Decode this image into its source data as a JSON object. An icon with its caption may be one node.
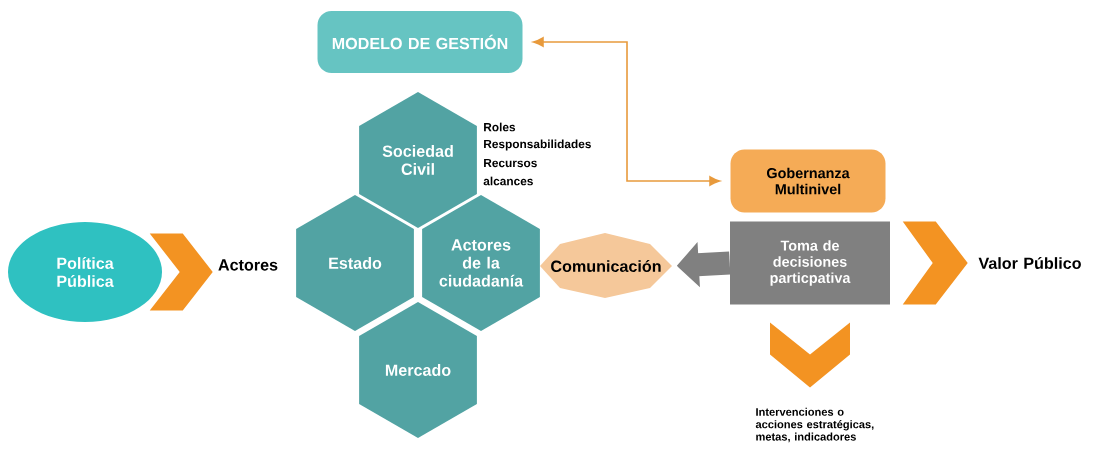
{
  "diagram": {
    "nodes": [
      {
        "text": [
          "Política Pública"
        ]
      },
      {
        "text": [
          "Actores"
        ]
      },
      {
        "text": [
          "MODELO DE GESTIÓN"
        ]
      },
      {
        "text": [
          "Sociedad Civil"
        ],
        "beside": [
          "Roles",
          "Responsabilidades",
          "Recursos",
          "alcances"
        ]
      },
      {
        "text": [
          "Estado"
        ]
      },
      {
        "text": [
          "Actores de la ciudadanía"
        ]
      },
      {
        "text": [
          "Mercado"
        ]
      },
      {
        "text": [
          "Comunicación"
        ]
      },
      {
        "text": [
          "Gobernanza Multinivel"
        ]
      },
      {
        "text": [
          "Toma de decisiones particpativa"
        ]
      },
      {
        "text": [
          "Valor Público"
        ]
      },
      {
        "text": [
          "Intervenciones o acciones estratégicas, metas, indicadores"
        ]
      }
    ],
    "edges": [
      {
        "from": 0,
        "to": 1,
        "arrow": "to",
        "style": "thick"
      },
      {
        "from": 2,
        "to": 8,
        "arrow": "both"
      },
      {
        "from": 9,
        "to": 7,
        "arrow": "to",
        "style": "thick",
        "color": "#808080"
      },
      {
        "from": 9,
        "to": 10,
        "arrow": "to",
        "style": "thick"
      },
      {
        "from": 9,
        "to": 11,
        "arrow": "to",
        "style": "thick"
      }
    ]
  }
}
